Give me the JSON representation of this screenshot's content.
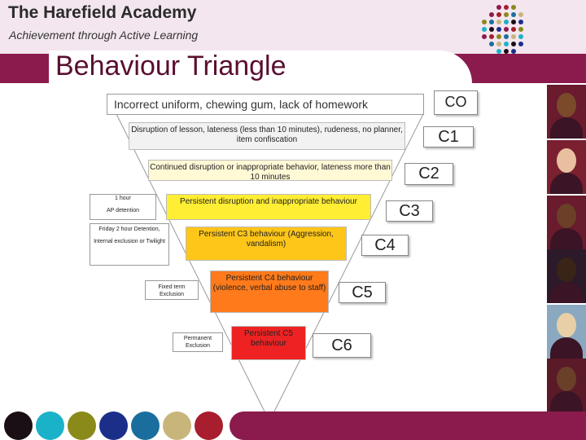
{
  "header": {
    "school_name": "The Harefield Academy",
    "tagline": "Achievement through Active Learning",
    "title": "Behaviour Triangle"
  },
  "top_box": {
    "text": "Incorrect uniform, chewing gum, lack of homework",
    "code": "CO"
  },
  "tiers": [
    {
      "text": "Disruption of lesson, lateness (less than 10 minutes), rudeness, no planner, item confiscation",
      "code": "C1",
      "color": "#f2f2f2"
    },
    {
      "text": "Continued disruption or inappropriate behavior, lateness more than 10 minutes",
      "code": "C2",
      "color": "#fff9d6"
    },
    {
      "text": "Persistent disruption and inappropriate behaviour",
      "code": "C3",
      "color": "#ffee33"
    },
    {
      "text": "Persistent C3 behaviour (Aggression, vandalism)",
      "code": "C4",
      "color": "#ffc61a"
    },
    {
      "text": "Persistent C4 behaviour (violence, verbal abuse to staff)",
      "code": "C5",
      "color": "#ff7a1a"
    },
    {
      "text": "Persistent C5 behaviour",
      "code": "C6",
      "color": "#ee2222"
    }
  ],
  "side_notes": {
    "n1_a": "1 hour",
    "n1_b": "AP detention",
    "n2_a": "Friday 2 hour Detention,",
    "n2_b": "Internal exclusion or Twilight",
    "n3": "Fixed term Exclusion",
    "n4": "Permanent Exclusion"
  },
  "colors": {
    "brand": "#8b1a4d",
    "bottom_circles": [
      "#1a0f14",
      "#1ab2c8",
      "#8a8a1a",
      "#1a2e8a",
      "#1a6e9e",
      "#c8b57a",
      "#a81e2e"
    ]
  },
  "icons": [
    "logo-dots-icon"
  ]
}
